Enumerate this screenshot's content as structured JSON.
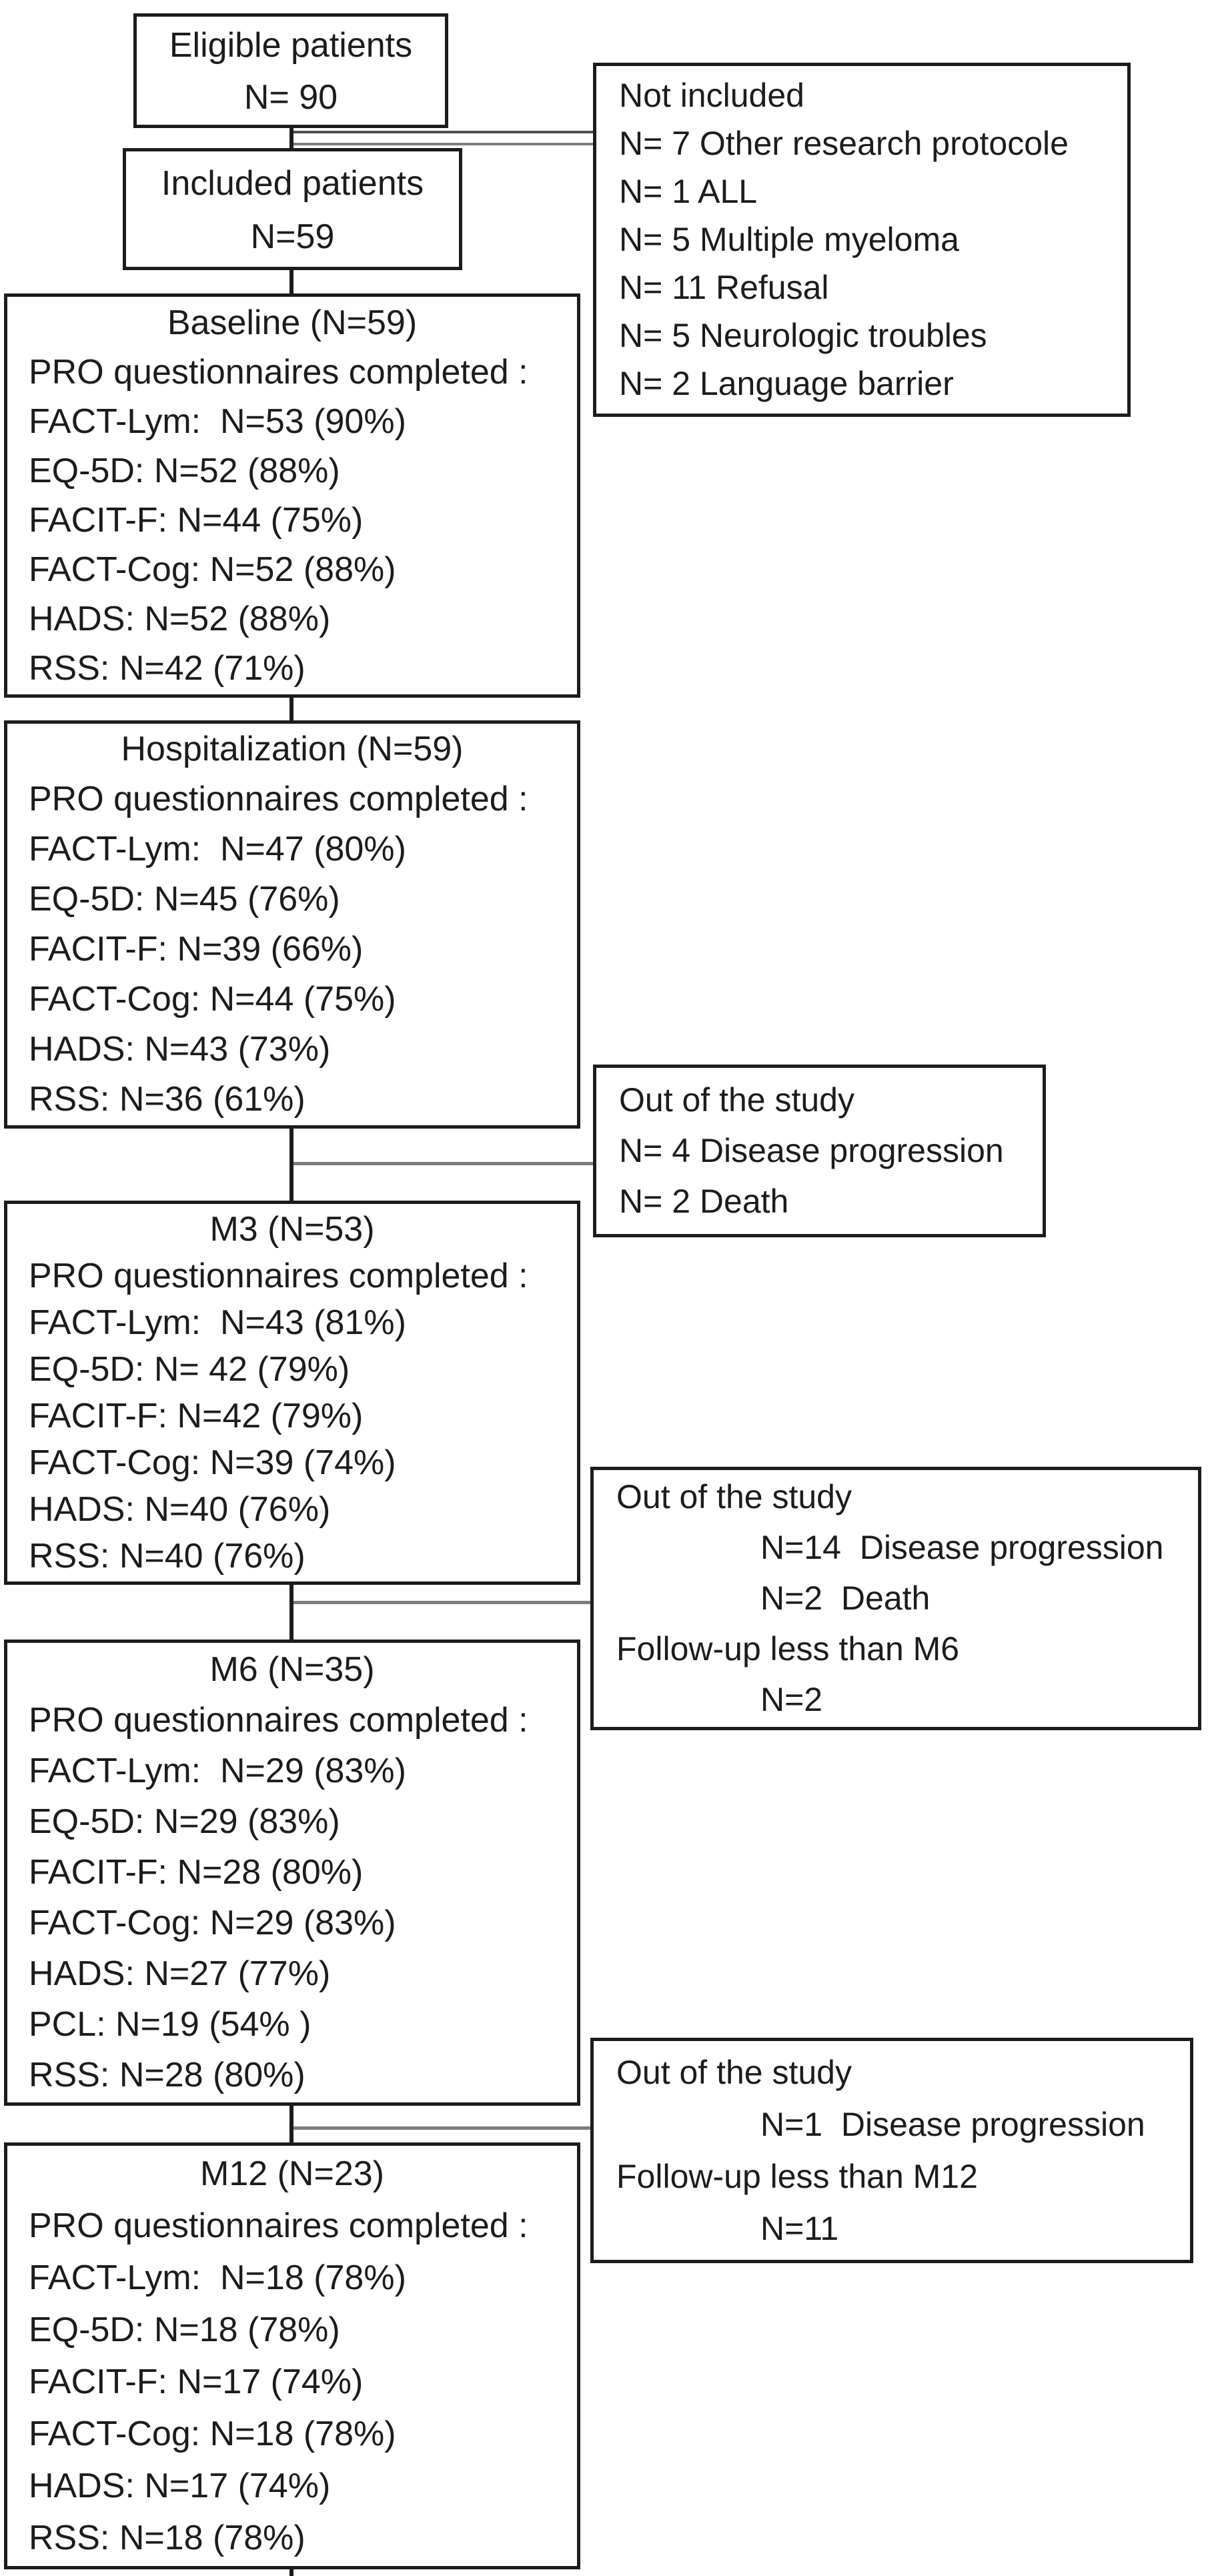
{
  "figure": {
    "type": "patient-flow-diagram",
    "colors": {
      "background": "#ffffff",
      "box_border": "#1c1c1c",
      "text": "#1c1c1c",
      "connector_gray": "#7d7d7d"
    }
  },
  "boxes": {
    "eligible": {
      "lines": [
        "Eligible patients",
        "N= 90"
      ]
    },
    "included": {
      "lines": [
        "Included patients",
        "N=59"
      ]
    },
    "baseline": {
      "title": "Baseline (N=59)",
      "lines": [
        "PRO questionnaires completed :",
        "FACT-Lym:  N=53 (90%)",
        "EQ-5D: N=52 (88%)",
        "FACIT-F: N=44 (75%)",
        "FACT-Cog: N=52 (88%)",
        "HADS: N=52 (88%)",
        "RSS: N=42 (71%)"
      ]
    },
    "hospitalization": {
      "title": "Hospitalization (N=59)",
      "lines": [
        "PRO questionnaires completed :",
        "FACT-Lym:  N=47 (80%)",
        "EQ-5D: N=45 (76%)",
        "FACIT-F: N=39 (66%)",
        "FACT-Cog: N=44 (75%)",
        "HADS: N=43 (73%)",
        "RSS: N=36 (61%)"
      ]
    },
    "m3": {
      "title": "M3 (N=53)",
      "lines": [
        "PRO questionnaires completed :",
        "FACT-Lym:  N=43 (81%)",
        "EQ-5D: N= 42 (79%)",
        "FACIT-F: N=42 (79%)",
        "FACT-Cog: N=39 (74%)",
        "HADS: N=40 (76%)",
        "RSS: N=40 (76%)"
      ]
    },
    "m6": {
      "title": "M6 (N=35)",
      "lines": [
        "PRO questionnaires completed :",
        "FACT-Lym:  N=29 (83%)",
        "EQ-5D: N=29 (83%)",
        "FACIT-F: N=28 (80%)",
        "FACT-Cog: N=29 (83%)",
        "HADS: N=27 (77%)",
        "PCL: N=19 (54% )",
        "RSS: N=28 (80%)"
      ]
    },
    "m12": {
      "title": "M12 (N=23)",
      "lines": [
        "PRO questionnaires completed :",
        "FACT-Lym:  N=18 (78%)",
        "EQ-5D: N=18 (78%)",
        "FACIT-F: N=17 (74%)",
        "FACT-Cog: N=18 (78%)",
        "HADS: N=17 (74%)",
        "RSS: N=18 (78%)"
      ]
    },
    "not_included": {
      "lines": [
        "Not included",
        "N= 7 Other research protocole",
        "N= 1 ALL",
        "N= 5 Multiple myeloma",
        "N= 11 Refusal",
        "N= 5 Neurologic troubles",
        "N= 2 Language barrier"
      ]
    },
    "out_m3": {
      "lines": [
        "Out of the study",
        "N= 4 Disease progression",
        "N= 2 Death"
      ]
    },
    "out_m6": {
      "lines": [
        "Out of the study",
        "N=14  Disease progression",
        "N=2  Death",
        "Follow-up less than M6",
        "N=2"
      ]
    },
    "out_m12": {
      "lines": [
        "Out of the study",
        "N=1  Disease progression",
        "Follow-up less than M12",
        "N=11"
      ]
    }
  }
}
